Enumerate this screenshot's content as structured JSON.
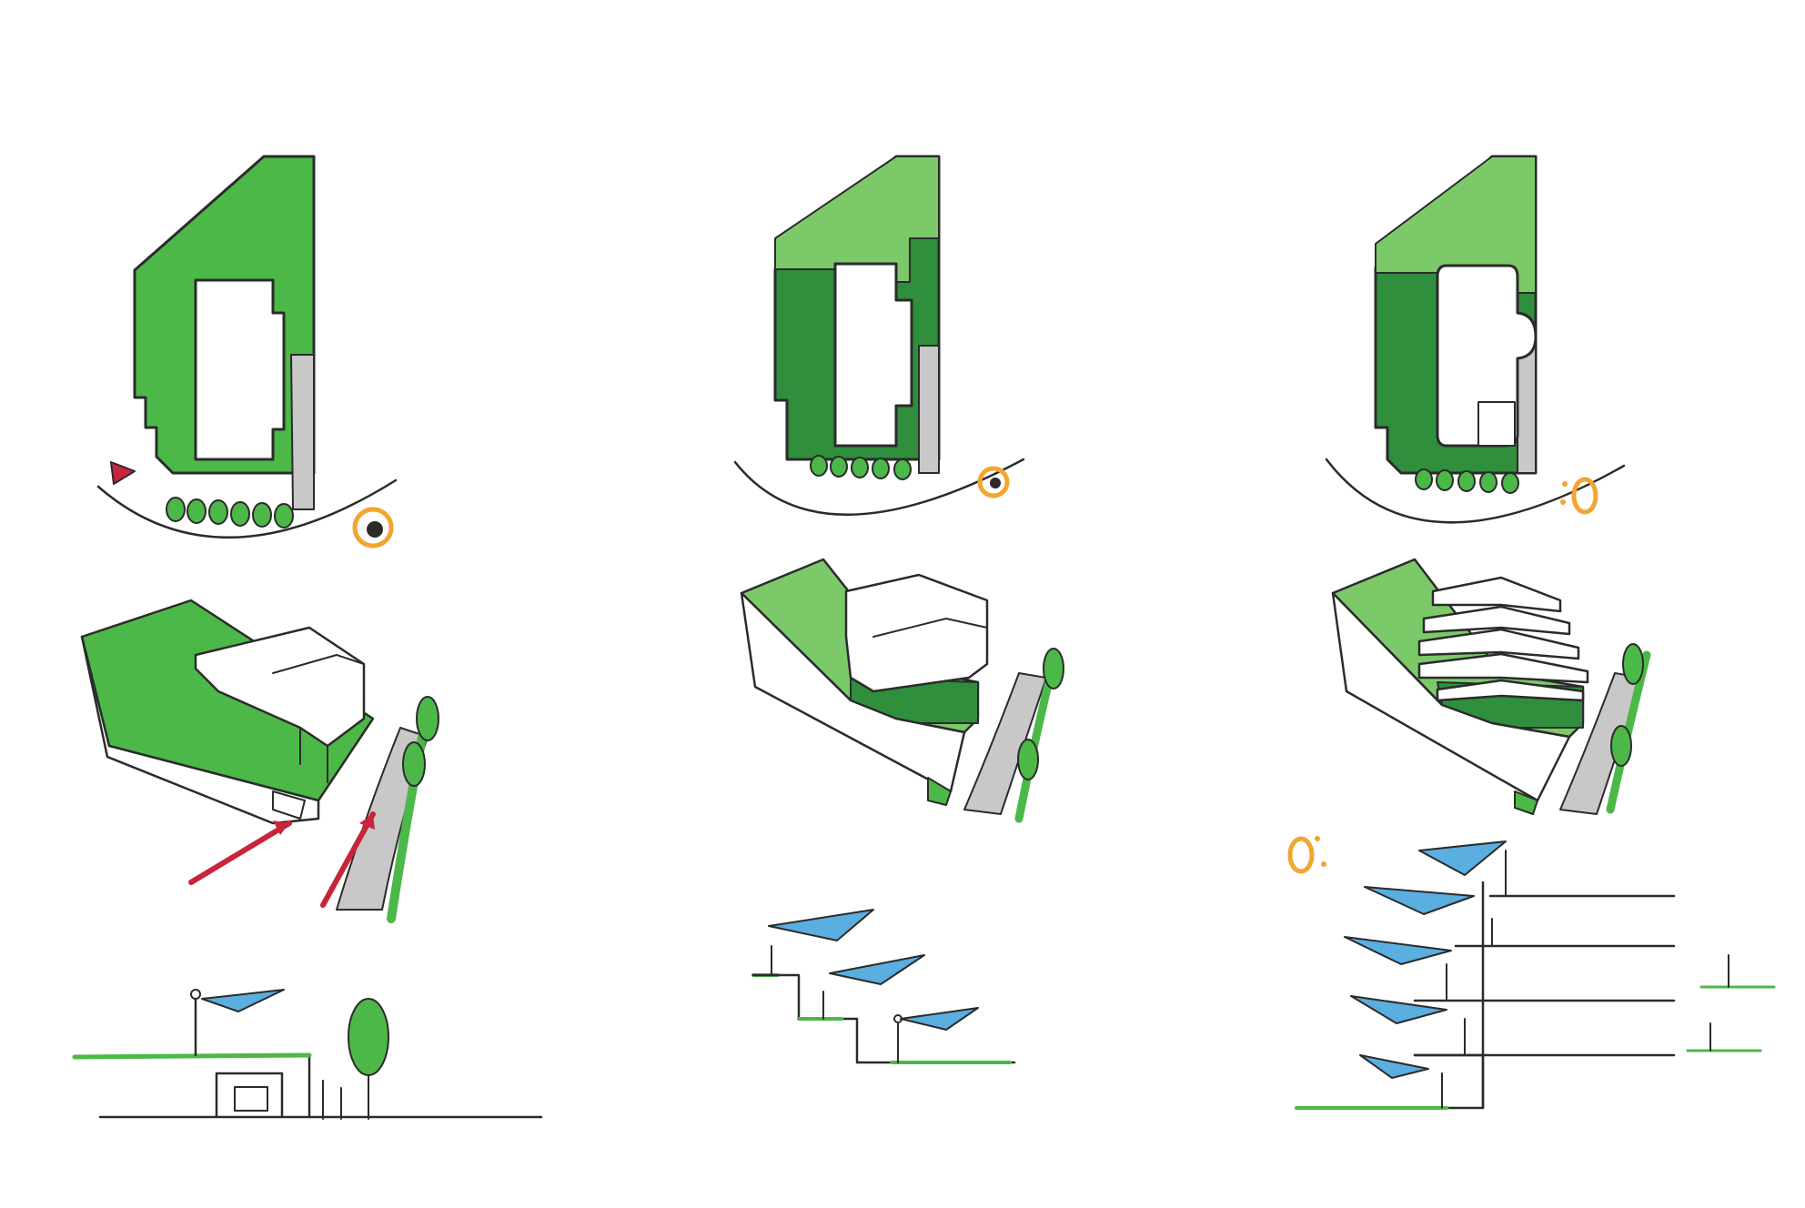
{
  "colors": {
    "grass": "#4cb848",
    "grass_dark": "#2f8f3c",
    "grass_light": "#7cc96a",
    "paving": "#c8c8c8",
    "ink": "#2b2b2b",
    "wind_blue": "#5aaee0",
    "sun_orange": "#f2a530",
    "access_red": "#c8243c"
  },
  "panels": [
    {
      "id": "scheme-1"
    },
    {
      "id": "scheme-2"
    },
    {
      "id": "scheme-3"
    }
  ]
}
